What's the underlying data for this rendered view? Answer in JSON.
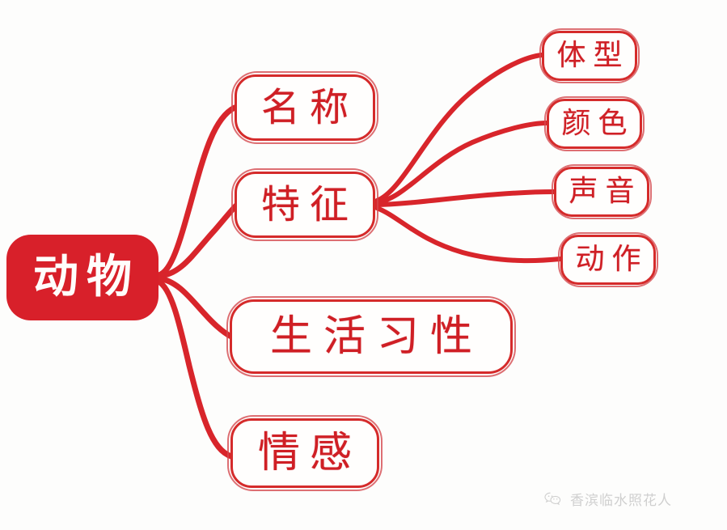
{
  "diagram": {
    "type": "mind-map",
    "title": "动物",
    "orientation": "left-to-right",
    "background_color": "#fdfdfc",
    "accent_color": "#d52b2b",
    "root_fill_color": "#d8202a",
    "root_text_color": "#fffdfb",
    "node_text_color": "#cf1f25",
    "root": {
      "label": "动物",
      "style": "filled"
    },
    "branches": [
      {
        "label": "名称",
        "style": "outline",
        "children": []
      },
      {
        "label": "特征",
        "style": "outline",
        "children": [
          {
            "label": "体型",
            "style": "outline"
          },
          {
            "label": "颜色",
            "style": "outline"
          },
          {
            "label": "声音",
            "style": "outline"
          },
          {
            "label": "动作",
            "style": "outline"
          }
        ]
      },
      {
        "label": "生活习性",
        "style": "outline",
        "children": []
      },
      {
        "label": "情感",
        "style": "outline",
        "children": []
      }
    ]
  },
  "watermark": {
    "icon": "wechat-icon",
    "text": "香滨临水照花人",
    "color": "#8d8d8d"
  }
}
